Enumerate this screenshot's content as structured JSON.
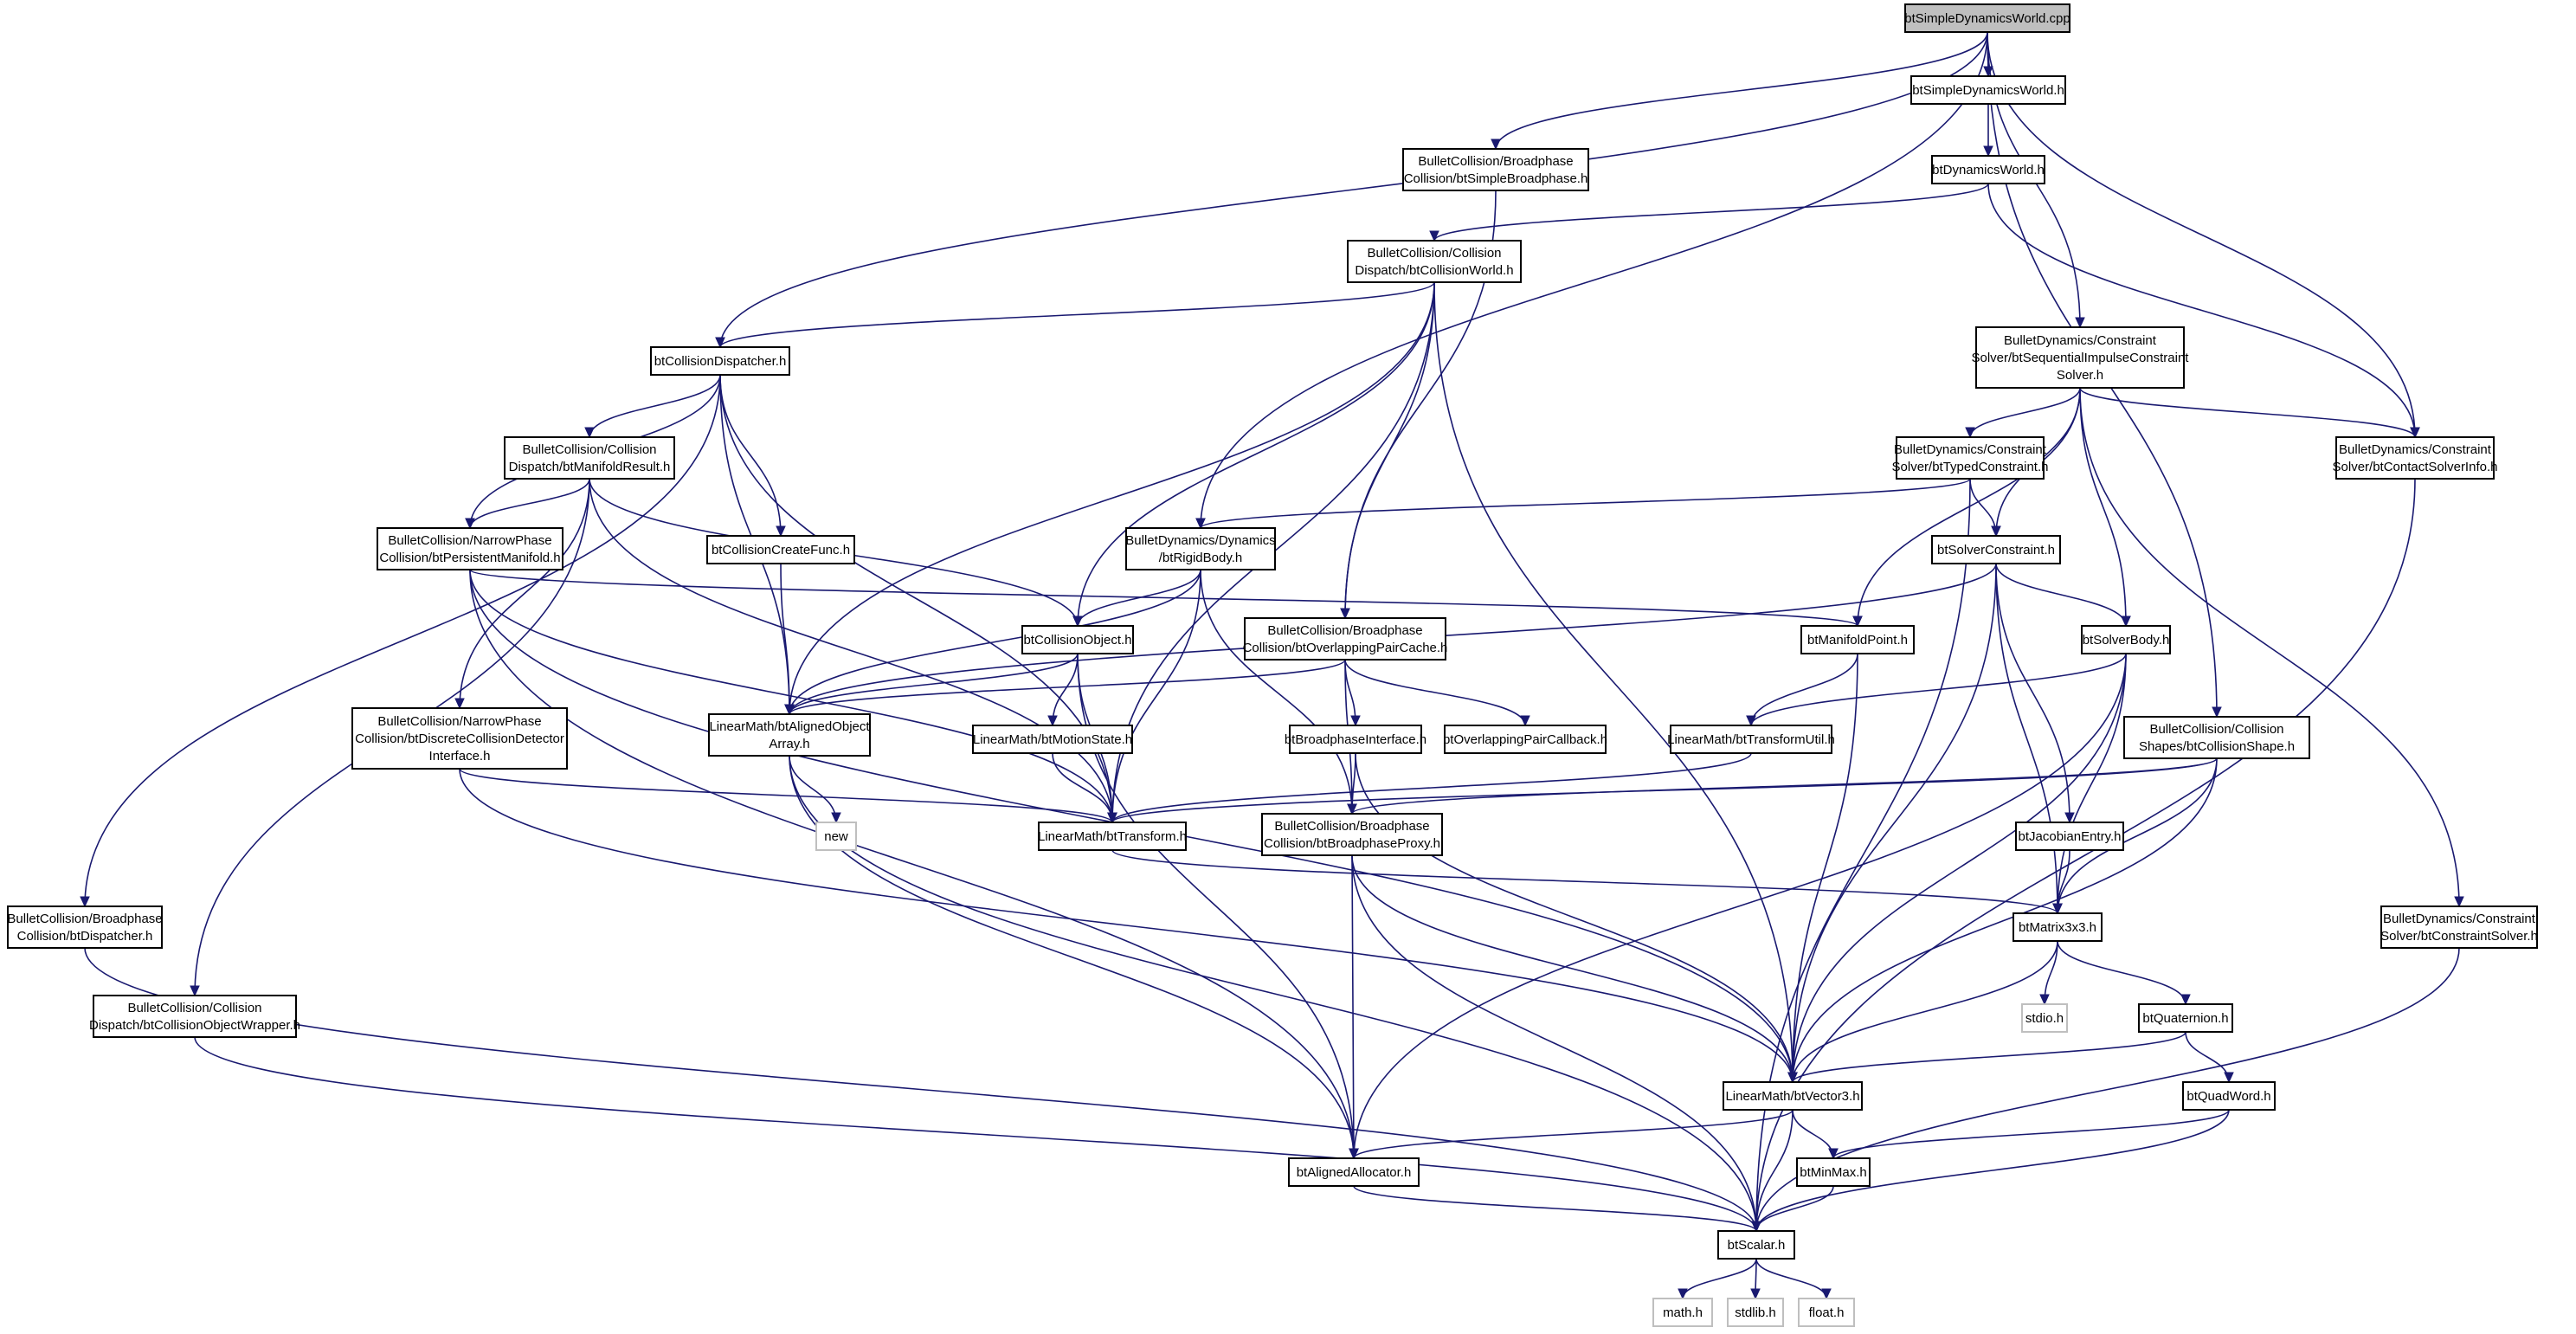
{
  "graph": {
    "root": "root",
    "nodes": [
      {
        "id": "root",
        "lines": [
          "btSimpleDynamicsWorld.cpp"
        ],
        "style": "root"
      },
      {
        "id": "sdw_h",
        "lines": [
          "btSimpleDynamicsWorld.h"
        ]
      },
      {
        "id": "dw_h",
        "lines": [
          "btDynamicsWorld.h"
        ]
      },
      {
        "id": "sbp_h",
        "lines": [
          "BulletCollision/Broadphase",
          "Collision/btSimpleBroadphase.h"
        ]
      },
      {
        "id": "cw_h",
        "lines": [
          "BulletCollision/Collision",
          "Dispatch/btCollisionWorld.h"
        ]
      },
      {
        "id": "cd_h",
        "lines": [
          "btCollisionDispatcher.h"
        ]
      },
      {
        "id": "sics_h",
        "lines": [
          "BulletDynamics/Constraint",
          "Solver/btSequentialImpulseConstraint",
          "Solver.h"
        ]
      },
      {
        "id": "mr_h",
        "lines": [
          "BulletCollision/Collision",
          "Dispatch/btManifoldResult.h"
        ]
      },
      {
        "id": "tc_h",
        "lines": [
          "BulletDynamics/Constraint",
          "Solver/btTypedConstraint.h"
        ]
      },
      {
        "id": "csi_h",
        "lines": [
          "BulletDynamics/Constraint",
          "Solver/btContactSolverInfo.h"
        ]
      },
      {
        "id": "pm_h",
        "lines": [
          "BulletCollision/NarrowPhase",
          "Collision/btPersistentManifold.h"
        ]
      },
      {
        "id": "ccf_h",
        "lines": [
          "btCollisionCreateFunc.h"
        ]
      },
      {
        "id": "rb_h",
        "lines": [
          "BulletDynamics/Dynamics",
          "/btRigidBody.h"
        ]
      },
      {
        "id": "sc_h",
        "lines": [
          "btSolverConstraint.h"
        ]
      },
      {
        "id": "co_h",
        "lines": [
          "btCollisionObject.h"
        ]
      },
      {
        "id": "opc_h",
        "lines": [
          "BulletCollision/Broadphase",
          "Collision/btOverlappingPairCache.h"
        ]
      },
      {
        "id": "mp_h",
        "lines": [
          "btManifoldPoint.h"
        ]
      },
      {
        "id": "sb_h",
        "lines": [
          "btSolverBody.h"
        ]
      },
      {
        "id": "dcd_h",
        "lines": [
          "BulletCollision/NarrowPhase",
          "Collision/btDiscreteCollisionDetector",
          "Interface.h"
        ]
      },
      {
        "id": "aoa_h",
        "lines": [
          "LinearMath/btAlignedObject",
          "Array.h"
        ]
      },
      {
        "id": "ms_h",
        "lines": [
          "LinearMath/btMotionState.h"
        ]
      },
      {
        "id": "bpi_h",
        "lines": [
          "btBroadphaseInterface.h"
        ]
      },
      {
        "id": "opcb_h",
        "lines": [
          "btOverlappingPairCallback.h"
        ]
      },
      {
        "id": "tu_h",
        "lines": [
          "LinearMath/btTransformUtil.h"
        ]
      },
      {
        "id": "cs_h",
        "lines": [
          "BulletCollision/Collision",
          "Shapes/btCollisionShape.h"
        ]
      },
      {
        "id": "new",
        "lines": [
          "new"
        ],
        "style": "ext"
      },
      {
        "id": "tr_h",
        "lines": [
          "LinearMath/btTransform.h"
        ]
      },
      {
        "id": "bpp_h",
        "lines": [
          "BulletCollision/Broadphase",
          "Collision/btBroadphaseProxy.h"
        ]
      },
      {
        "id": "je_h",
        "lines": [
          "btJacobianEntry.h"
        ]
      },
      {
        "id": "disp_h",
        "lines": [
          "BulletCollision/Broadphase",
          "Collision/btDispatcher.h"
        ]
      },
      {
        "id": "m33_h",
        "lines": [
          "btMatrix3x3.h"
        ]
      },
      {
        "id": "cso_h",
        "lines": [
          "BulletDynamics/Constraint",
          "Solver/btConstraintSolver.h"
        ]
      },
      {
        "id": "cow_h",
        "lines": [
          "BulletCollision/Collision",
          "Dispatch/btCollisionObjectWrapper.h"
        ]
      },
      {
        "id": "stdio_h",
        "lines": [
          "stdio.h"
        ],
        "style": "ext"
      },
      {
        "id": "quat_h",
        "lines": [
          "btQuaternion.h"
        ]
      },
      {
        "id": "v3_h",
        "lines": [
          "LinearMath/btVector3.h"
        ]
      },
      {
        "id": "qw_h",
        "lines": [
          "btQuadWord.h"
        ]
      },
      {
        "id": "aa_h",
        "lines": [
          "btAlignedAllocator.h"
        ]
      },
      {
        "id": "mm_h",
        "lines": [
          "btMinMax.h"
        ]
      },
      {
        "id": "sc2_h",
        "lines": [
          "btScalar.h"
        ]
      },
      {
        "id": "math_h",
        "lines": [
          "math.h"
        ],
        "style": "ext"
      },
      {
        "id": "stdlib_h",
        "lines": [
          "stdlib.h"
        ],
        "style": "ext"
      },
      {
        "id": "float_h",
        "lines": [
          "float.h"
        ],
        "style": "ext"
      }
    ],
    "edges": [
      [
        "root",
        "sdw_h"
      ],
      [
        "root",
        "sbp_h"
      ],
      [
        "root",
        "cd_h"
      ],
      [
        "root",
        "rb_h"
      ],
      [
        "root",
        "sics_h"
      ],
      [
        "root",
        "csi_h"
      ],
      [
        "root",
        "cs_h"
      ],
      [
        "sdw_h",
        "dw_h"
      ],
      [
        "dw_h",
        "cw_h"
      ],
      [
        "dw_h",
        "csi_h"
      ],
      [
        "sbp_h",
        "opc_h"
      ],
      [
        "cw_h",
        "cd_h"
      ],
      [
        "cw_h",
        "aoa_h"
      ],
      [
        "cw_h",
        "co_h"
      ],
      [
        "cw_h",
        "opc_h"
      ],
      [
        "cw_h",
        "tr_h"
      ],
      [
        "cw_h",
        "v3_h"
      ],
      [
        "cd_h",
        "mr_h"
      ],
      [
        "cd_h",
        "pm_h"
      ],
      [
        "cd_h",
        "ccf_h"
      ],
      [
        "cd_h",
        "aoa_h"
      ],
      [
        "cd_h",
        "tr_h"
      ],
      [
        "cd_h",
        "disp_h"
      ],
      [
        "sics_h",
        "tc_h"
      ],
      [
        "sics_h",
        "sc_h"
      ],
      [
        "sics_h",
        "csi_h"
      ],
      [
        "sics_h",
        "mp_h"
      ],
      [
        "sics_h",
        "sb_h"
      ],
      [
        "sics_h",
        "cso_h"
      ],
      [
        "mr_h",
        "pm_h"
      ],
      [
        "mr_h",
        "co_h"
      ],
      [
        "mr_h",
        "dcd_h"
      ],
      [
        "mr_h",
        "tr_h"
      ],
      [
        "mr_h",
        "cow_h"
      ],
      [
        "tc_h",
        "rb_h"
      ],
      [
        "tc_h",
        "sc_h"
      ],
      [
        "tc_h",
        "sc2_h"
      ],
      [
        "csi_h",
        "sc2_h"
      ],
      [
        "pm_h",
        "mp_h"
      ],
      [
        "pm_h",
        "tr_h"
      ],
      [
        "pm_h",
        "v3_h"
      ],
      [
        "pm_h",
        "aa_h"
      ],
      [
        "ccf_h",
        "aoa_h"
      ],
      [
        "rb_h",
        "co_h"
      ],
      [
        "rb_h",
        "aoa_h"
      ],
      [
        "rb_h",
        "tr_h"
      ],
      [
        "rb_h",
        "bpp_h"
      ],
      [
        "sc_h",
        "sb_h"
      ],
      [
        "sc_h",
        "aoa_h"
      ],
      [
        "sc_h",
        "v3_h"
      ],
      [
        "sc_h",
        "je_h"
      ],
      [
        "sc_h",
        "m33_h"
      ],
      [
        "co_h",
        "aoa_h"
      ],
      [
        "co_h",
        "ms_h"
      ],
      [
        "co_h",
        "tr_h"
      ],
      [
        "co_h",
        "aa_h"
      ],
      [
        "opc_h",
        "bpi_h"
      ],
      [
        "opc_h",
        "opcb_h"
      ],
      [
        "opc_h",
        "bpp_h"
      ],
      [
        "opc_h",
        "aoa_h"
      ],
      [
        "mp_h",
        "tu_h"
      ],
      [
        "mp_h",
        "v3_h"
      ],
      [
        "sb_h",
        "tu_h"
      ],
      [
        "sb_h",
        "m33_h"
      ],
      [
        "sb_h",
        "v3_h"
      ],
      [
        "sb_h",
        "aa_h"
      ],
      [
        "dcd_h",
        "tr_h"
      ],
      [
        "dcd_h",
        "v3_h"
      ],
      [
        "aoa_h",
        "new"
      ],
      [
        "aoa_h",
        "aa_h"
      ],
      [
        "aoa_h",
        "sc2_h"
      ],
      [
        "ms_h",
        "tr_h"
      ],
      [
        "bpi_h",
        "bpp_h"
      ],
      [
        "bpi_h",
        "v3_h"
      ],
      [
        "tu_h",
        "tr_h"
      ],
      [
        "cs_h",
        "tr_h"
      ],
      [
        "cs_h",
        "bpp_h"
      ],
      [
        "cs_h",
        "m33_h"
      ],
      [
        "cs_h",
        "v3_h"
      ],
      [
        "tr_h",
        "m33_h"
      ],
      [
        "bpp_h",
        "v3_h"
      ],
      [
        "bpp_h",
        "aa_h"
      ],
      [
        "bpp_h",
        "sc2_h"
      ],
      [
        "je_h",
        "m33_h"
      ],
      [
        "disp_h",
        "sc2_h"
      ],
      [
        "m33_h",
        "quat_h"
      ],
      [
        "m33_h",
        "v3_h"
      ],
      [
        "m33_h",
        "stdio_h"
      ],
      [
        "cso_h",
        "sc2_h"
      ],
      [
        "cow_h",
        "sc2_h"
      ],
      [
        "quat_h",
        "qw_h"
      ],
      [
        "quat_h",
        "v3_h"
      ],
      [
        "v3_h",
        "aa_h"
      ],
      [
        "v3_h",
        "mm_h"
      ],
      [
        "v3_h",
        "sc2_h"
      ],
      [
        "qw_h",
        "mm_h"
      ],
      [
        "qw_h",
        "sc2_h"
      ],
      [
        "aa_h",
        "sc2_h"
      ],
      [
        "mm_h",
        "sc2_h"
      ],
      [
        "sc2_h",
        "math_h"
      ],
      [
        "sc2_h",
        "stdlib_h"
      ],
      [
        "sc2_h",
        "float_h"
      ]
    ]
  }
}
